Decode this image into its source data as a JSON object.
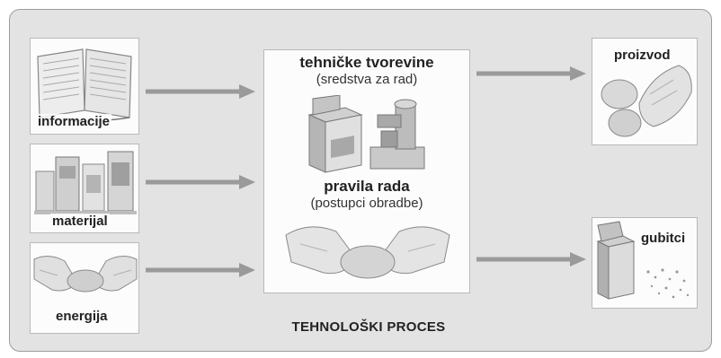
{
  "inputs": [
    {
      "label": "informacije",
      "icon": "book-icon"
    },
    {
      "label": "materijal",
      "icon": "material-packages-icon"
    },
    {
      "label": "energija",
      "icon": "hands-energy-icon"
    }
  ],
  "center": {
    "title1": "tehničke tvorevine",
    "subtitle1": "(sredstva za rad)",
    "title2": "pravila rada",
    "subtitle2": "(postupci obradbe)",
    "icons": [
      "stove-icon",
      "machine-icon",
      "hands-shaping-icon"
    ]
  },
  "outputs": [
    {
      "label": "proizvod",
      "icon": "bread-product-icon"
    },
    {
      "label": "gubitci",
      "icon": "waste-bin-icon"
    }
  ],
  "footer": "TEHNOLOŠKI PROCES",
  "colors": {
    "arrow": "#9a9a9a",
    "frame_bg": "#e3e3e3",
    "card_bg": "#fcfcfc"
  }
}
